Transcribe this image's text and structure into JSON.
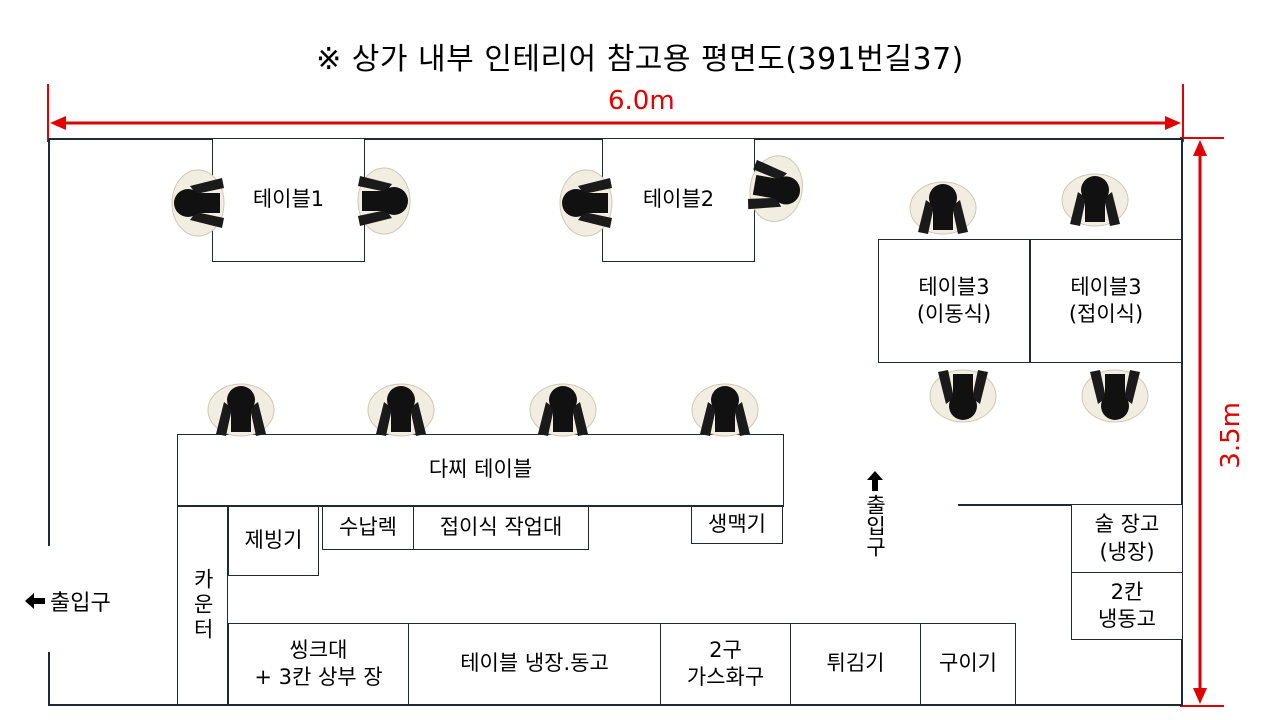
{
  "title": "※ 상가 내부 인테리어 참고용 평면도(391번길37)",
  "dimensions": {
    "width": "6.0m",
    "height": "3.5m",
    "color": "#e00000"
  },
  "tables": {
    "table1": "테이블1",
    "table2": "테이블2",
    "table3_mobile": [
      "테이블3",
      "(이동식)"
    ],
    "table3_folding": [
      "테이블3",
      "(접이식)"
    ]
  },
  "bar_table": "다찌 테이블",
  "fixtures": {
    "ice_maker": "제빙기",
    "storage_rack": "수납렉",
    "folding_workbench": "접이식 작업대",
    "draft_beer": "생맥기",
    "counter": "카운터",
    "sink": [
      "씽크대",
      "+ 3칸 상부 장"
    ],
    "table_fridge": "테이블 냉장.동고",
    "gas_stove": [
      "2구",
      "가스화구"
    ],
    "fryer": "튀김기",
    "grill": "구이기",
    "liquor_fridge": [
      "술 장고",
      "(냉장)"
    ],
    "freezer": [
      "2칸",
      "냉동고"
    ]
  },
  "exits": {
    "left": "출입구",
    "inner": "출입구",
    "arrow": "🡐"
  },
  "icons": {
    "person": "person-topdown-icon",
    "arrow": "arrow-left-icon"
  }
}
